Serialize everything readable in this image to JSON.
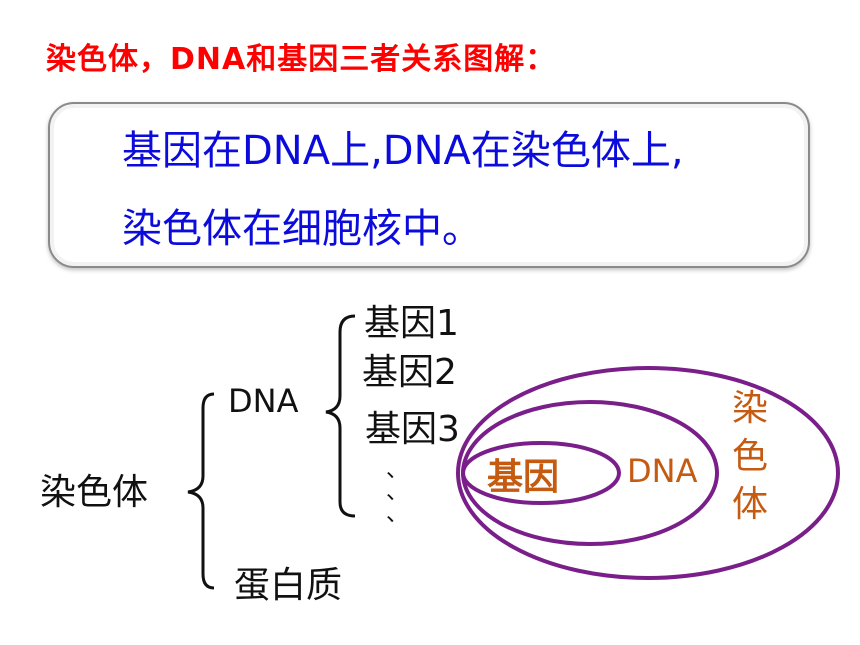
{
  "title": "染色体，DNA和基因三者关系图解：",
  "callout": {
    "line1": "基因在DNA上,DNA在染色体上,",
    "line2": "染色体在细胞核中。"
  },
  "tree": {
    "root": "染色体",
    "dna": "DNA",
    "protein": "蛋白质",
    "genes": [
      "基因1",
      "基因2",
      "基因3"
    ],
    "ellipsis": "、"
  },
  "nested": {
    "gene": "基因",
    "dna": "DNA",
    "chromosome": "染色体"
  },
  "colors": {
    "title": "#ff0000",
    "callout_text": "#0b0bdc",
    "ellipse_stroke": "#7a1f8a",
    "nested_text": "#c55a11"
  }
}
